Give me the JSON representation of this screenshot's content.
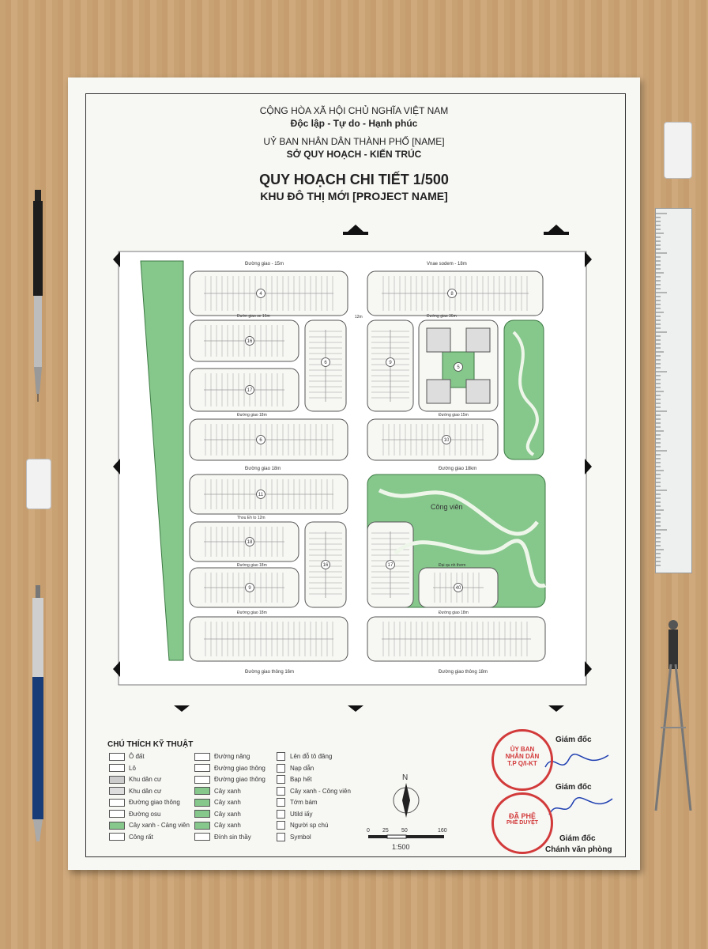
{
  "header": {
    "line1": "CỘNG HÒA XÃ HỘI CHỦ NGHĨA VIỆT NAM",
    "line2": "Độc lập - Tự do - Hạnh phúc",
    "line3": "UỶ BAN NHÂN DÂN THÀNH PHỐ [NAME]",
    "line4": "SỞ QUY HOẠCH - KIẾN TRÚC",
    "title": "QUY HOẠCH CHI TIẾT 1/500",
    "subtitle": "KHU ĐÔ THỊ MỚI [PROJECT NAME]"
  },
  "plan": {
    "roads": {
      "top": "Đường giao - 15m",
      "top_right": "Vnae sodem - 18m",
      "mid1_left": "Đườn giao se 16m",
      "mid1_right": "Đường giao 36m",
      "mid2_left": "Đường giao 18m",
      "mid2_right": "Đường giao 15m",
      "main": "Đường giao 18m",
      "main_right": "Đường giao 18km",
      "mid3": "Thou Eh to 12m",
      "mid4_left": "Đường giao 18m",
      "mid4_right": "Đại qu nh thơm",
      "bottom_left": "Đường giao 18m",
      "bottom_right": "Đường giao 18m",
      "outer": "Đường giao thông 16m",
      "outer_right": "Đường giao thông 18m",
      "width_mark": "12m"
    },
    "park": "Công viên",
    "blocks": [
      "4",
      "8",
      "16",
      "17",
      "6",
      "9",
      "5",
      "10",
      "6",
      "11",
      "18",
      "9",
      "16",
      "17",
      "40"
    ]
  },
  "legend": {
    "title": "CHÚ THÍCH KỸ THUẬT",
    "col1": [
      "Ô đất",
      "Lô",
      "Khu dân cư",
      "Khu dân cư",
      "Đường giao thông",
      "Đường osu",
      "Cây xanh - Cảng viên",
      "Công rất"
    ],
    "col2": [
      "Đường năng",
      "Đường giao thông",
      "Đường giao thông",
      "Cây xanh",
      "Cây xanh",
      "Cây xanh",
      "Cây xanh",
      "Đính sin thầy"
    ],
    "col3": [
      "Lên đỗ tô đăng",
      "Nạp dẫn",
      "Bạp hết",
      "Cây xanh - Công viên",
      "Tớm bám",
      "Utild iấy",
      "Người sp chú",
      "Symbol"
    ]
  },
  "north": "N",
  "scale": {
    "ticks": [
      "0",
      "25",
      "50",
      "160"
    ],
    "label": "1:500"
  },
  "signature": {
    "role1": "Giám đốc",
    "role2": "Giám đốc",
    "role3": "Giám đốc",
    "role4": "Chánh văn phòng",
    "stamp1": [
      "ỦY BAN",
      "NHÂN DÂN",
      "T.P Q/I-KT"
    ],
    "stamp2": [
      "ĐÃ PHÊ",
      "PHÊ DUYỆT"
    ]
  },
  "colors": {
    "green": "#86c78c",
    "road": "#ffffff",
    "lot": "#f7f7f4",
    "stamp": "#d23a3a"
  }
}
